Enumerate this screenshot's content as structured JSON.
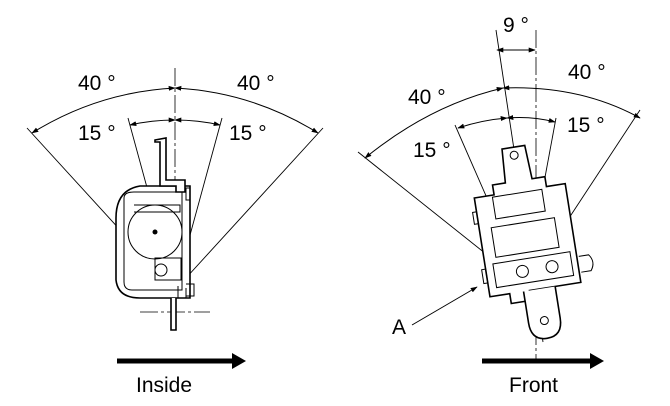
{
  "left_figure": {
    "angle_outer_left": "40 °",
    "angle_outer_right": "40 °",
    "angle_inner_left": "15 °",
    "angle_inner_right": "15 °",
    "direction_label": "Inside"
  },
  "right_figure": {
    "angle_tilt": "9 °",
    "angle_outer_left": "40 °",
    "angle_outer_right": "40 °",
    "angle_inner_left": "15 °",
    "angle_inner_right": "15 °",
    "part_label": "A",
    "direction_label": "Front"
  }
}
